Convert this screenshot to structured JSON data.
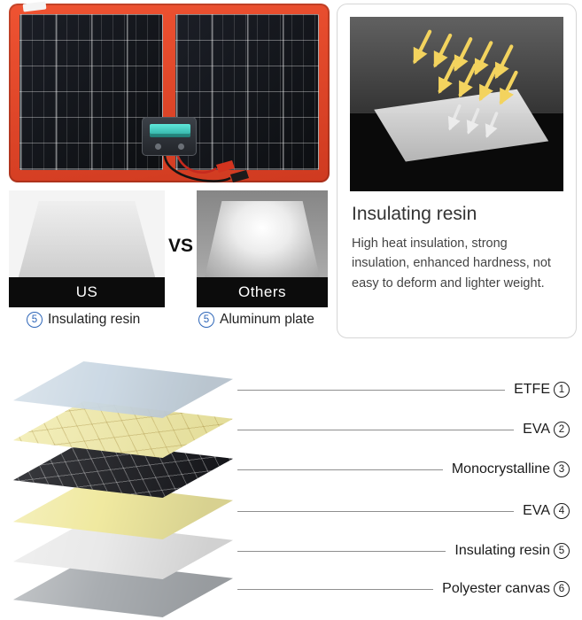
{
  "colors": {
    "panel_red": "#e0462a",
    "leader_line": "#8f8f8f",
    "caption_number_blue": "#2e66b8"
  },
  "resin_card": {
    "title": "Insulating resin",
    "description": "High heat insulation, strong insulation, enhanced hardness, not easy to deform and lighter weight."
  },
  "comparison": {
    "vs_label": "VS",
    "us": {
      "plate_label": "US",
      "caption_num": "5",
      "caption_text": "Insulating resin"
    },
    "others": {
      "plate_label": "Others",
      "caption_num": "5",
      "caption_text": "Aluminum plate"
    }
  },
  "layers": {
    "items": [
      {
        "label": "ETFE",
        "num": "1",
        "color": "#c9d7e3"
      },
      {
        "label": "EVA",
        "num": "2",
        "color": "#f0e9a0"
      },
      {
        "label": "Monocrystalline",
        "num": "3",
        "color": "#17181d"
      },
      {
        "label": "EVA",
        "num": "4",
        "color": "#f0e9a0"
      },
      {
        "label": "Insulating resin",
        "num": "5",
        "color": "#e9e9e9"
      },
      {
        "label": "Polyester canvas",
        "num": "6",
        "color": "#a9adb1"
      }
    ]
  }
}
